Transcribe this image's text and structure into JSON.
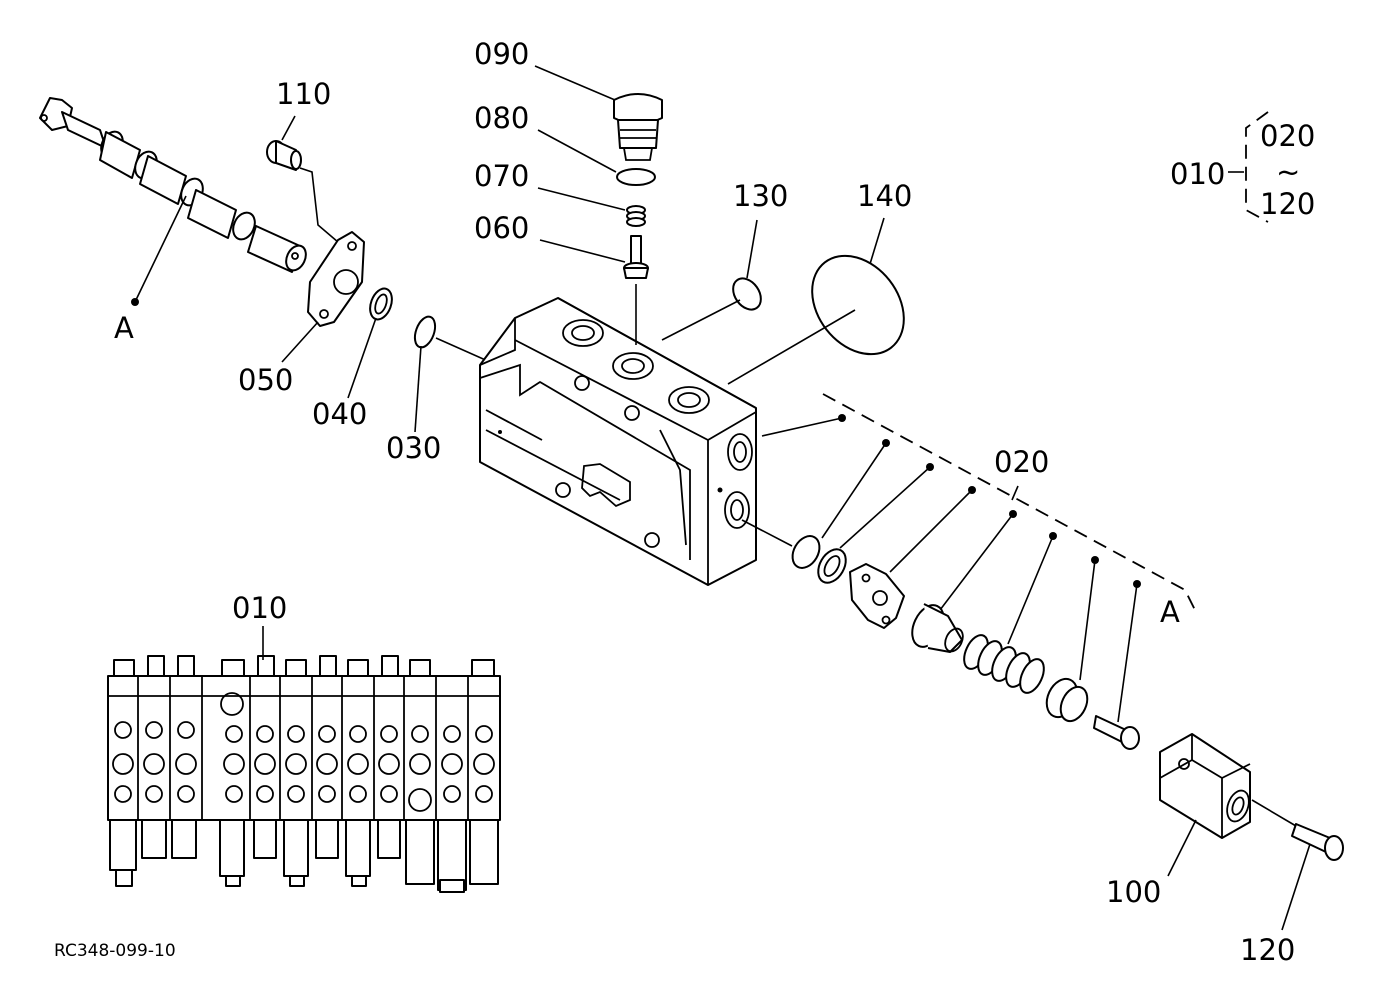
{
  "labels": {
    "p090": "090",
    "p080": "080",
    "p070": "070",
    "p060": "060",
    "p110": "110",
    "p130": "130",
    "p140": "140",
    "p050": "050",
    "p040": "040",
    "p030": "030",
    "p020": "020",
    "p010_bottom": "010",
    "p100": "100",
    "p120_bottom": "120",
    "ref_a_left": "A",
    "ref_a_right": "A"
  },
  "assembly_note": {
    "parent": "010",
    "range_start": "020",
    "range_symbol": "~",
    "range_end": "120"
  },
  "drawing_code": "RC348-099-10"
}
